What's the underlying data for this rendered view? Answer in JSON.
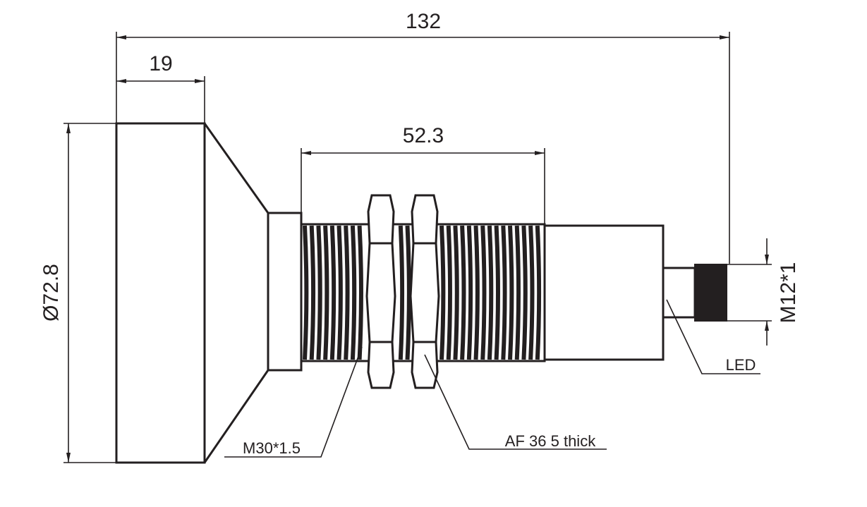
{
  "dimensions": {
    "overall_length": "132",
    "lens_length": "19",
    "thread_length": "52.3",
    "lens_diameter": "Ø72.8",
    "connector_thread": "M12*1"
  },
  "callouts": {
    "body_thread": "M30*1.5",
    "nut": "AF 36 5 thick",
    "led": "LED"
  },
  "colors": {
    "line": "#231f20",
    "background": "#ffffff"
  }
}
